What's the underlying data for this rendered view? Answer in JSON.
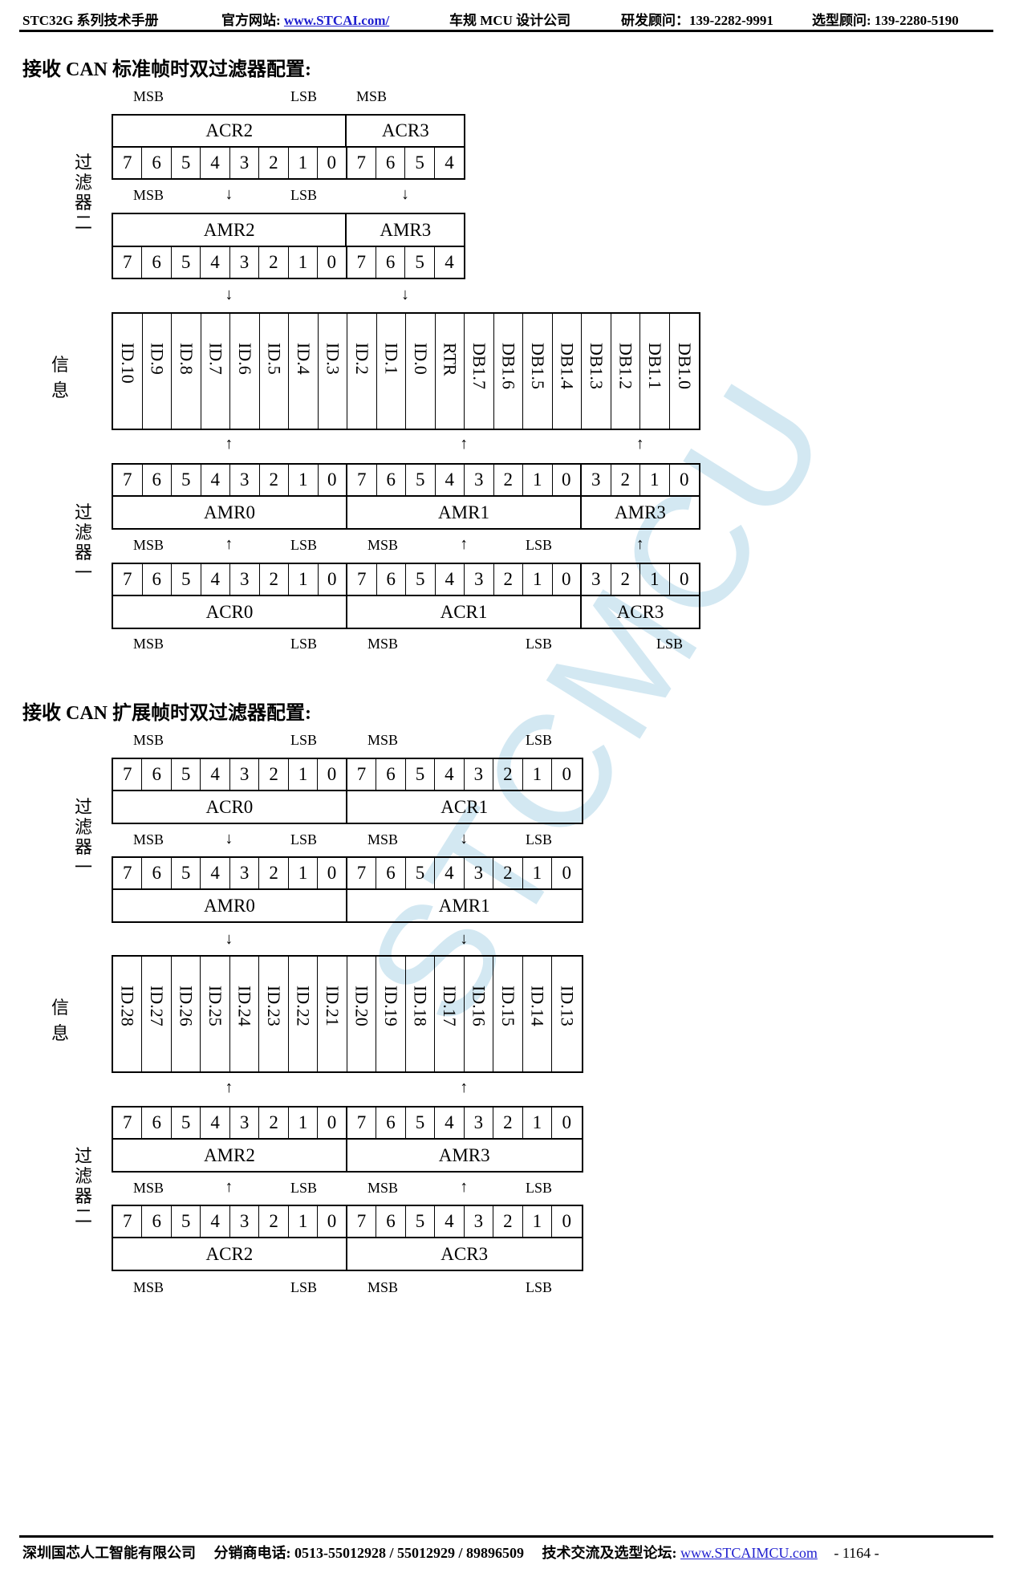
{
  "header": {
    "manual": "STC32G 系列技术手册",
    "website_label": "官方网站: ",
    "website_url": "www.STCAI.com/",
    "company": "车规 MCU 设计公司",
    "rd_consultant": "研发顾问：139-2282-9991",
    "sales_consultant": "选型顾问: 139-2280-5190"
  },
  "watermark": "STCMCU",
  "section1": {
    "title": "接收 CAN 标准帧时双过滤器配置:",
    "filter2_label": "过滤器二",
    "filter1_label": "过滤器一",
    "info_label": "信息",
    "msb": "MSB",
    "lsb": "LSB",
    "acr_top": {
      "regs": [
        "ACR2",
        "ACR3"
      ],
      "bits": [
        "7",
        "6",
        "5",
        "4",
        "3",
        "2",
        "1",
        "0",
        "7",
        "6",
        "5",
        "4"
      ]
    },
    "amr_top": {
      "regs": [
        "AMR2",
        "AMR3"
      ],
      "bits": [
        "7",
        "6",
        "5",
        "4",
        "3",
        "2",
        "1",
        "0",
        "7",
        "6",
        "5",
        "4"
      ]
    },
    "info_bits": [
      "ID.10",
      "ID.9",
      "ID.8",
      "ID.7",
      "ID.6",
      "ID.5",
      "ID.4",
      "ID.3",
      "ID.2",
      "ID.1",
      "ID.0",
      "RTR",
      "DB1.7",
      "DB1.6",
      "DB1.5",
      "DB1.4",
      "DB1.3",
      "DB1.2",
      "DB1.1",
      "DB1.0"
    ],
    "amr_bottom": {
      "regs": [
        "AMR0",
        "AMR1",
        "AMR3"
      ],
      "bits": [
        "7",
        "6",
        "5",
        "4",
        "3",
        "2",
        "1",
        "0",
        "7",
        "6",
        "5",
        "4",
        "3",
        "2",
        "1",
        "0",
        "3",
        "2",
        "1",
        "0"
      ]
    },
    "acr_bottom": {
      "regs": [
        "ACR0",
        "ACR1",
        "ACR3"
      ],
      "bits": [
        "7",
        "6",
        "5",
        "4",
        "3",
        "2",
        "1",
        "0",
        "7",
        "6",
        "5",
        "4",
        "3",
        "2",
        "1",
        "0",
        "3",
        "2",
        "1",
        "0"
      ]
    },
    "arrow_down": "↓",
    "arrow_up": "↑"
  },
  "section2": {
    "title": "接收 CAN 扩展帧时双过滤器配置:",
    "filter1_label": "过滤器一",
    "filter2_label": "过滤器二",
    "info_label": "信息",
    "msb": "MSB",
    "lsb": "LSB",
    "acr_top": {
      "regs": [
        "ACR0",
        "ACR1"
      ],
      "bits": [
        "7",
        "6",
        "5",
        "4",
        "3",
        "2",
        "1",
        "0",
        "7",
        "6",
        "5",
        "4",
        "3",
        "2",
        "1",
        "0"
      ]
    },
    "amr_top": {
      "regs": [
        "AMR0",
        "AMR1"
      ],
      "bits": [
        "7",
        "6",
        "5",
        "4",
        "3",
        "2",
        "1",
        "0",
        "7",
        "6",
        "5",
        "4",
        "3",
        "2",
        "1",
        "0"
      ]
    },
    "info_bits": [
      "ID.28",
      "ID.27",
      "ID.26",
      "ID.25",
      "ID.24",
      "ID.23",
      "ID.22",
      "ID.21",
      "ID.20",
      "ID.19",
      "ID.18",
      "ID.17",
      "ID.16",
      "ID.15",
      "ID.14",
      "ID.13"
    ],
    "amr_bottom": {
      "regs": [
        "AMR2",
        "AMR3"
      ],
      "bits": [
        "7",
        "6",
        "5",
        "4",
        "3",
        "2",
        "1",
        "0",
        "7",
        "6",
        "5",
        "4",
        "3",
        "2",
        "1",
        "0"
      ]
    },
    "acr_bottom": {
      "regs": [
        "ACR2",
        "ACR3"
      ],
      "bits": [
        "7",
        "6",
        "5",
        "4",
        "3",
        "2",
        "1",
        "0",
        "7",
        "6",
        "5",
        "4",
        "3",
        "2",
        "1",
        "0"
      ]
    },
    "arrow_down": "↓",
    "arrow_up": "↑"
  },
  "footer": {
    "company": "深圳国芯人工智能有限公司",
    "phone": "分销商电话: 0513-55012928 / 55012929 / 89896509",
    "forum_label": "技术交流及选型论坛: ",
    "forum_url": "www.STCAIMCU.com",
    "page": "- 1164 -"
  }
}
